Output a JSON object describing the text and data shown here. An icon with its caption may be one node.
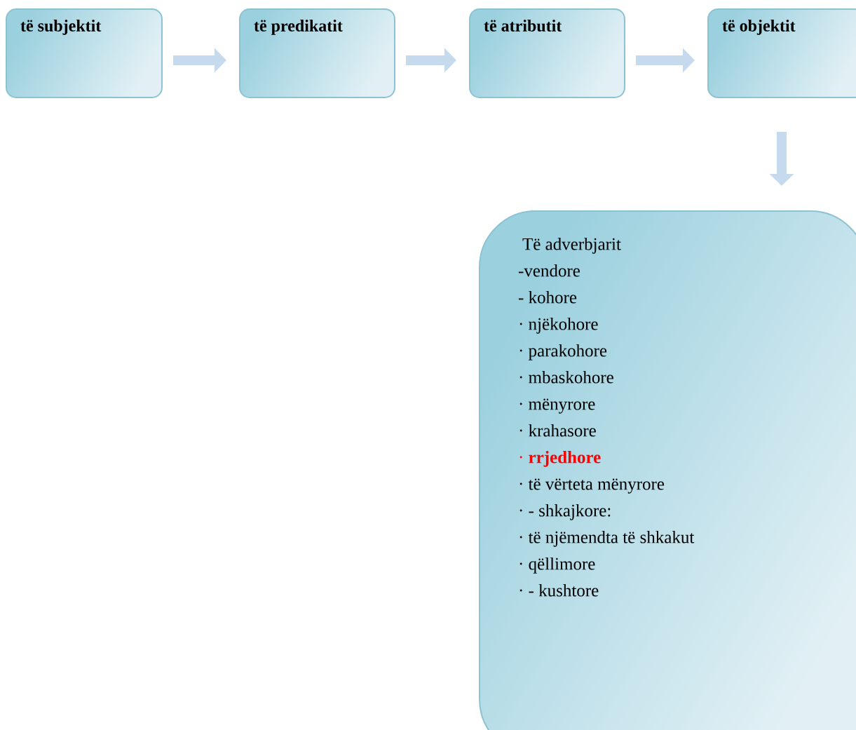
{
  "diagram": {
    "nodes": [
      {
        "text": [
          "të subjektit"
        ]
      },
      {
        "text": [
          "të predikatit"
        ]
      },
      {
        "text": [
          "të atributit"
        ]
      },
      {
        "text": [
          "të objektit"
        ]
      },
      {
        "text": [
          "Të adverbjarit",
          "-vendore",
          "- kohore",
          "· njëkohore",
          "· parakohore",
          "· mbaskohore",
          "· mënyrore",
          "· krahasore",
          "· **rrjedhore**",
          "· të vërteta mënyrore",
          "· - shkajkore:",
          "· të njëmendta të shkakut",
          "· qëllimore",
          "· - kushtore"
        ]
      }
    ],
    "edges": [
      {
        "from": 0,
        "to": 1,
        "arrow": "to"
      },
      {
        "from": 1,
        "to": 2,
        "arrow": "to"
      },
      {
        "from": 2,
        "to": 3,
        "arrow": "to"
      },
      {
        "from": 3,
        "to": 4,
        "arrow": "to"
      }
    ]
  }
}
